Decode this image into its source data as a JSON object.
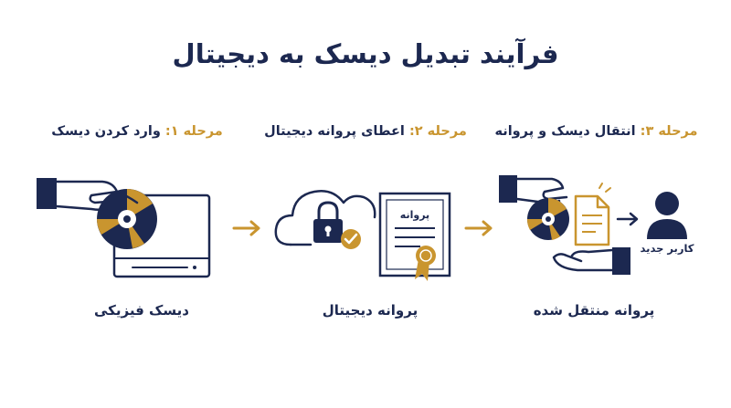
{
  "title": "فرآیند تبدیل دیسک به دیجیتال",
  "steps": [
    {
      "number": "مرحله ۱:",
      "label": "وارد کردن دیسک",
      "caption": "دیسک فیزیکی"
    },
    {
      "number": "مرحله ۲:",
      "label": "اعطای پروانه دیجیتال",
      "caption": "پروانه دیجیتال"
    },
    {
      "number": "مرحله ۳:",
      "label": "انتقال دیسک و پروانه",
      "caption": "پروانه منتقل شده"
    }
  ],
  "certificate_label": "پروانه",
  "new_user_label": "کاربر جدید",
  "colors": {
    "navy": "#1c2850",
    "gold": "#c9952f",
    "background": "#ffffff"
  },
  "icons": [
    "hand-icon",
    "disc-icon",
    "disc-drive-icon",
    "arrow-icon",
    "cloud-icon",
    "lock-icon",
    "check-badge-icon",
    "certificate-icon",
    "ribbon-seal-icon",
    "document-icon",
    "user-icon"
  ]
}
